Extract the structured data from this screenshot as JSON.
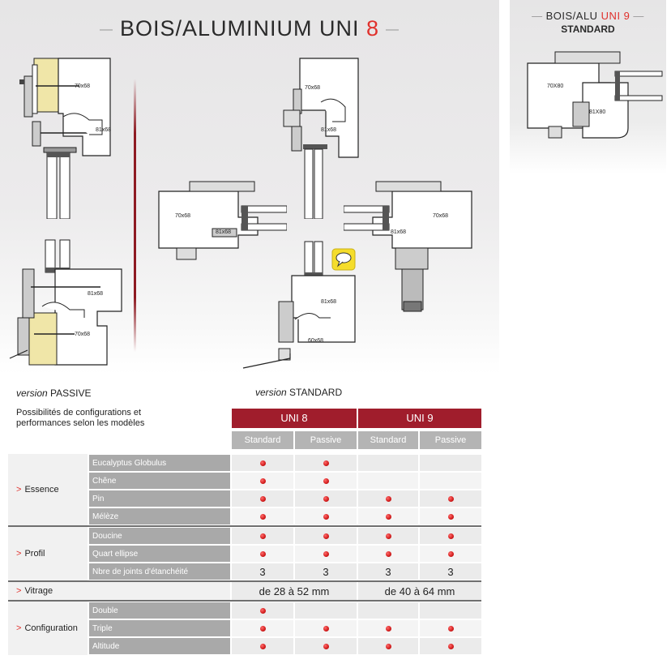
{
  "header": {
    "title_main": "BOIS/ALUMINIUM UNI ",
    "title_num": "8",
    "dash": "—"
  },
  "side": {
    "title_main": "BOIS/ALU ",
    "title_accent": "UNI 9",
    "subtitle": "STANDARD",
    "dim1": "70X80",
    "dim2": "81X80"
  },
  "drawings": {
    "d70x68": "70x68",
    "d81x68": "81x68",
    "d60x68": "60x68"
  },
  "versions": {
    "passive_italic": "version",
    "passive": " PASSIVE",
    "standard_italic": "version",
    "standard": " STANDARD"
  },
  "table": {
    "caption": "Possibilités de configurations et performances selon les modèles",
    "models": [
      "UNI 8",
      "UNI 9"
    ],
    "variants": [
      "Standard",
      "Passive",
      "Standard",
      "Passive"
    ],
    "groups": [
      {
        "name": "Essence",
        "rows": [
          {
            "label": "Eucalyptus Globulus",
            "values": [
              true,
              true,
              false,
              false
            ]
          },
          {
            "label": "Chêne",
            "values": [
              true,
              true,
              false,
              false
            ]
          },
          {
            "label": "Pin",
            "values": [
              true,
              true,
              true,
              true
            ]
          },
          {
            "label": "Mélèze",
            "values": [
              true,
              true,
              true,
              true
            ]
          }
        ]
      },
      {
        "name": "Profil",
        "rows": [
          {
            "label": "Doucine",
            "values": [
              true,
              true,
              true,
              true
            ]
          },
          {
            "label": "Quart ellipse",
            "values": [
              true,
              true,
              true,
              true
            ]
          },
          {
            "label": "Nbre de joints d'étanchéité",
            "values": [
              "3",
              "3",
              "3",
              "3"
            ]
          }
        ]
      },
      {
        "name": "Vitrage",
        "values": [
          "de 28 à 52 mm",
          "de 40 à 64 mm"
        ]
      },
      {
        "name": "Configuration",
        "rows": [
          {
            "label": "Double",
            "values": [
              true,
              false,
              false,
              false
            ]
          },
          {
            "label": "Triple",
            "values": [
              true,
              true,
              true,
              true
            ]
          },
          {
            "label": "Altitude",
            "values": [
              true,
              true,
              true,
              true
            ]
          }
        ]
      }
    ],
    "gt": ">"
  },
  "colors": {
    "accent": "#e0312c",
    "header_red": "#a01d2c",
    "subheader_grey": "#b4b4b4"
  }
}
